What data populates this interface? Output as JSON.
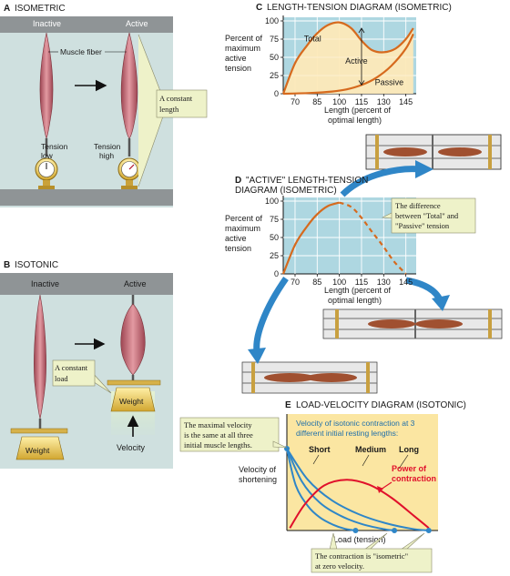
{
  "panel_a": {
    "letter": "A",
    "title": "ISOMETRIC",
    "inactive": "Inactive",
    "active": "Active",
    "muscle_fiber": "Muscle fiber",
    "constant_length_1": "A constant",
    "constant_length_2": "length",
    "tension_low_1": "Tension",
    "tension_low_2": "low",
    "tension_high_1": "Tension",
    "tension_high_2": "high"
  },
  "panel_b": {
    "letter": "B",
    "title": "ISOTONIC",
    "inactive": "Inactive",
    "active": "Active",
    "constant_load_1": "A constant",
    "constant_load_2": "load",
    "weight": "Weight",
    "velocity": "Velocity"
  },
  "panel_c": {
    "letter": "C",
    "title": "LENGTH-TENSION DIAGRAM (ISOMETRIC)",
    "ylabel": [
      "Percent of",
      "maximum",
      "active",
      "tension"
    ],
    "xlabel": [
      "Length (percent of",
      "optimal length)"
    ],
    "labels": {
      "total": "Total",
      "active": "Active",
      "passive": "Passive"
    }
  },
  "panel_d": {
    "letter": "D",
    "title_1": "\"ACTIVE\" LENGTH-TENSION",
    "title_2": "DIAGRAM (ISOMETRIC)",
    "ylabel": [
      "Percent of",
      "maximum",
      "active",
      "tension"
    ],
    "xlabel": [
      "Length (percent of",
      "optimal length)"
    ],
    "callout": [
      "The difference",
      "between \"Total\" and",
      "\"Passive\" tension"
    ]
  },
  "panel_e": {
    "letter": "E",
    "title": "LOAD-VELOCITY DIAGRAM (ISOTONIC)",
    "ylabel": [
      "Velocity of",
      "shortening"
    ],
    "xlabel": "Load (tension)",
    "note": [
      "Velocity of isotonic contraction at 3",
      "different initial resting lengths:"
    ],
    "curve_labels": {
      "short": "Short",
      "medium": "Medium",
      "long": "Long"
    },
    "power": [
      "Power of",
      "contraction"
    ],
    "callout_top": [
      "The maximal velocity",
      "is the same at all three",
      "initial muscle lengths."
    ],
    "callout_bottom": [
      "The contraction is \"isometric\"",
      "at zero velocity."
    ]
  },
  "chart_data": [
    {
      "type": "line",
      "title": "LENGTH-TENSION DIAGRAM (ISOMETRIC)",
      "xlabel": "Length (percent of optimal length)",
      "ylabel": "Percent of maximum active tension",
      "x_ticks": [
        70,
        85,
        100,
        115,
        130,
        145
      ],
      "y_ticks": [
        0,
        25,
        50,
        75,
        100
      ],
      "xlim": [
        62,
        152
      ],
      "ylim": [
        0,
        105
      ],
      "series": [
        {
          "name": "Total",
          "x": [
            62,
            70,
            78,
            85,
            92,
            100,
            108,
            115,
            122,
            130,
            138,
            145,
            150
          ],
          "y": [
            0,
            42,
            66,
            83,
            94,
            98,
            90,
            73,
            60,
            57,
            62,
            75,
            90
          ]
        },
        {
          "name": "Passive",
          "x": [
            62,
            80,
            95,
            105,
            115,
            125,
            135,
            145,
            150
          ],
          "y": [
            0,
            1,
            3,
            6,
            12,
            22,
            38,
            62,
            82
          ]
        }
      ],
      "annotations": [
        "Active"
      ]
    },
    {
      "type": "line",
      "title": "\"ACTIVE\" LENGTH-TENSION DIAGRAM (ISOMETRIC)",
      "xlabel": "Length (percent of optimal length)",
      "ylabel": "Percent of maximum active tension",
      "x_ticks": [
        70,
        85,
        100,
        115,
        130,
        145
      ],
      "y_ticks": [
        0,
        25,
        50,
        75,
        100
      ],
      "xlim": [
        62,
        152
      ],
      "ylim": [
        0,
        105
      ],
      "series": [
        {
          "name": "Active (solid)",
          "x": [
            62,
            70,
            78,
            85,
            92,
            100
          ],
          "y": [
            0,
            40,
            65,
            82,
            93,
            98
          ]
        },
        {
          "name": "Active (dashed)",
          "x": [
            100,
            108,
            115,
            122,
            130,
            137,
            145
          ],
          "y": [
            98,
            92,
            77,
            58,
            37,
            17,
            0
          ]
        }
      ]
    },
    {
      "type": "line",
      "title": "LOAD-VELOCITY DIAGRAM (ISOTONIC)",
      "xlabel": "Load (tension)",
      "ylabel": "Velocity of shortening",
      "xlim": [
        0,
        1
      ],
      "ylim": [
        0,
        1
      ],
      "series": [
        {
          "name": "Short",
          "x": [
            0,
            0.06,
            0.14,
            0.22,
            0.31,
            0.39,
            0.46
          ],
          "y": [
            1,
            0.55,
            0.3,
            0.16,
            0.07,
            0.02,
            0
          ]
        },
        {
          "name": "Medium",
          "x": [
            0,
            0.1,
            0.22,
            0.36,
            0.5,
            0.64,
            0.72
          ],
          "y": [
            1,
            0.6,
            0.34,
            0.18,
            0.08,
            0.02,
            0
          ]
        },
        {
          "name": "Long",
          "x": [
            0,
            0.14,
            0.3,
            0.48,
            0.66,
            0.84,
            0.95
          ],
          "y": [
            1,
            0.62,
            0.37,
            0.2,
            0.09,
            0.02,
            0
          ]
        },
        {
          "name": "Power of contraction",
          "x": [
            0.02,
            0.12,
            0.25,
            0.4,
            0.55,
            0.7,
            0.85,
            0.95
          ],
          "y": [
            0.03,
            0.32,
            0.55,
            0.62,
            0.56,
            0.4,
            0.18,
            0.03
          ]
        }
      ]
    }
  ],
  "colors": {
    "panel_bg": "#cfe0df",
    "chart_bg": "#aed7e1",
    "orange": "#d66a1e",
    "blue": "#2f86c7",
    "red": "#e0102b",
    "callout_bg": "#eef2c9",
    "yellow_box": "#fbe6a2",
    "muscle": "#c96e78"
  }
}
